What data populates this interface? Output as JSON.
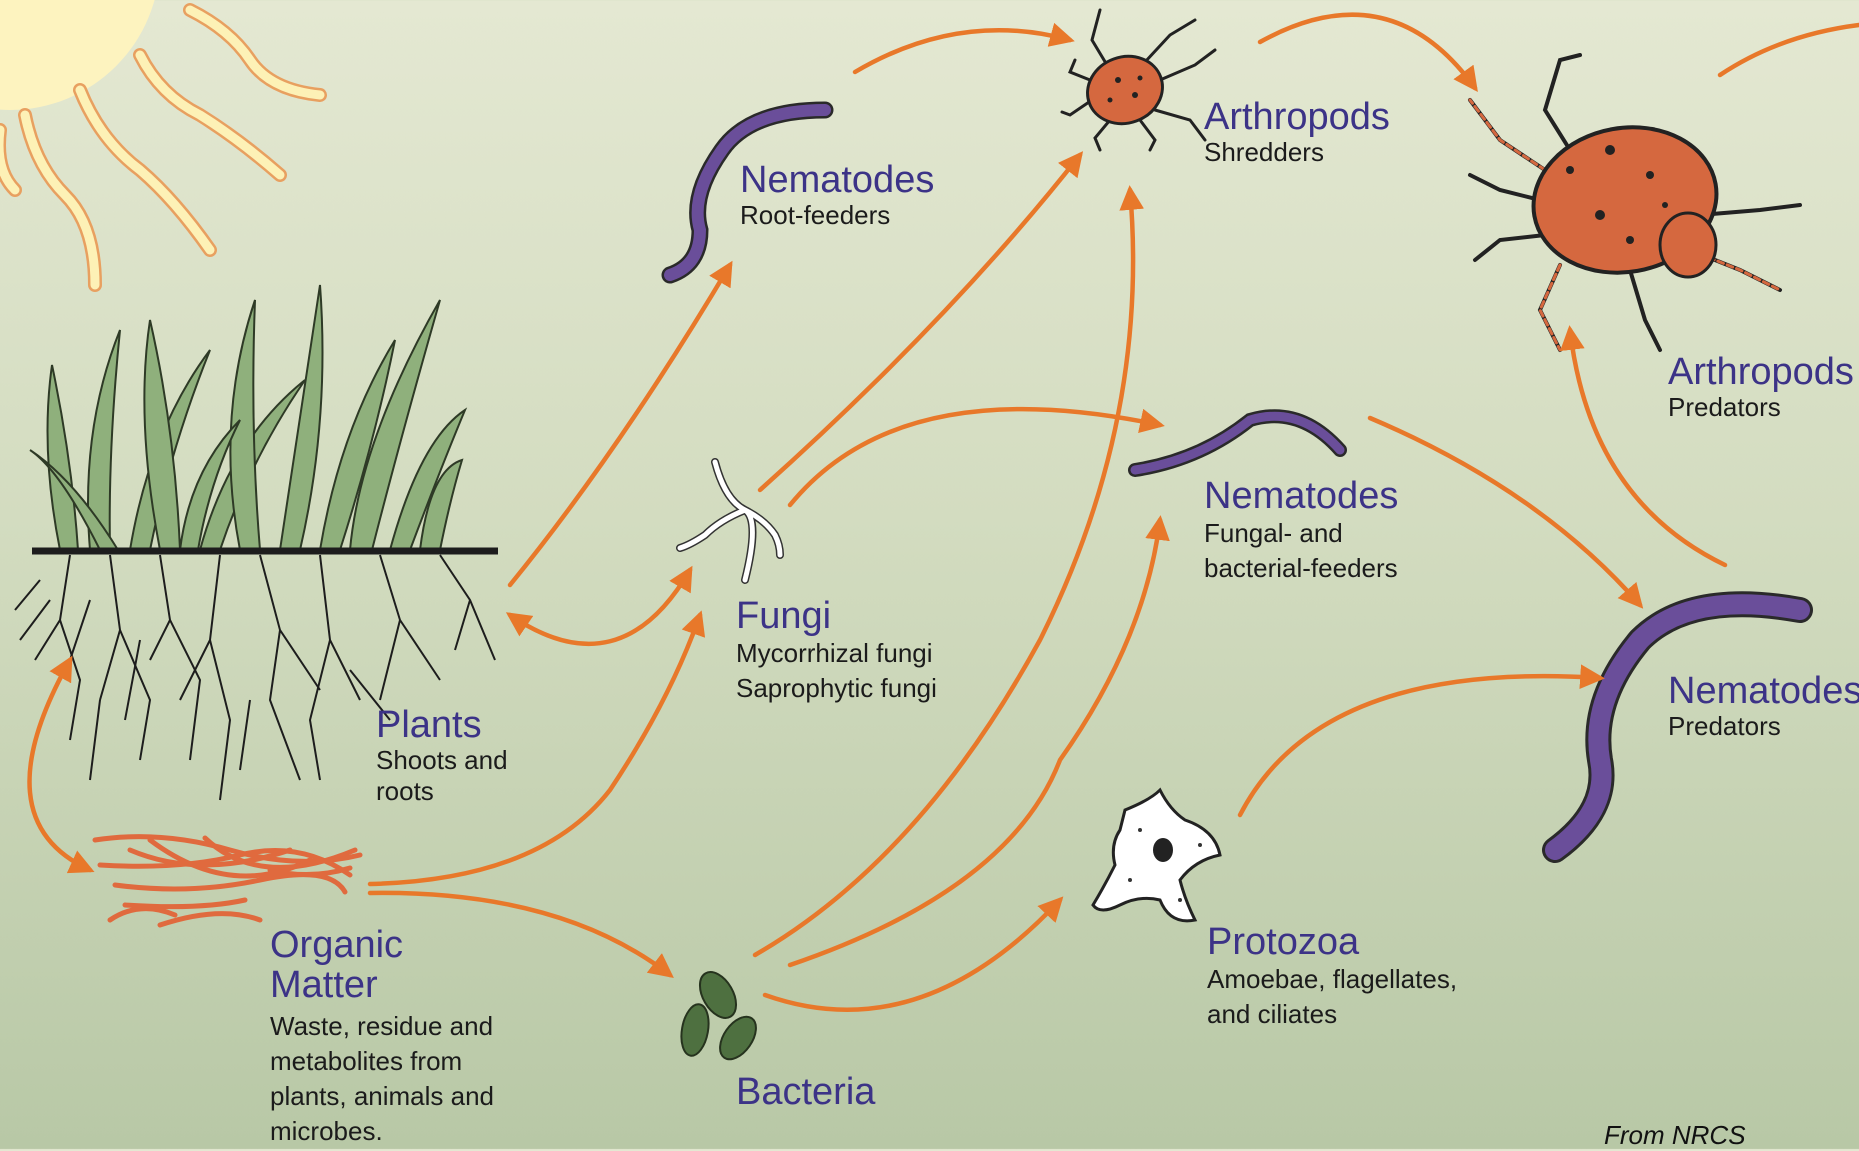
{
  "nodes": {
    "plants": {
      "title": "Plants",
      "subtitle": "Shoots and\nroots"
    },
    "organic_matter": {
      "title": "Organic\nMatter",
      "subtitle": "Waste, residue and\nmetabolites from\nplants, animals and\nmicrobes."
    },
    "nematodes_root": {
      "title": "Nematodes",
      "subtitle": "Root-feeders"
    },
    "fungi": {
      "title": "Fungi",
      "subtitle": "Mycorrhizal fungi\nSaprophytic fungi"
    },
    "bacteria": {
      "title": "Bacteria"
    },
    "arthropods_shredders": {
      "title": "Arthropods",
      "subtitle": "Shredders"
    },
    "nematodes_fungal": {
      "title": "Nematodes",
      "subtitle": "Fungal- and\nbacterial-feeders"
    },
    "protozoa": {
      "title": "Protozoa",
      "subtitle": "Amoebae, flagellates,\nand ciliates"
    },
    "arthropods_predators": {
      "title": "Arthropods",
      "subtitle": "Predators"
    },
    "nematodes_predators": {
      "title": "Nematodes",
      "subtitle": "Predators"
    }
  },
  "credit": "From NRCS",
  "colors": {
    "arrow": "#e8782a",
    "label_title": "#3c3387",
    "nematode": "#6a4e9a",
    "arthropod": "#d5683f",
    "grass": "#8fb07c",
    "bacteria": "#4e7040",
    "sun": "#fdf1b6"
  },
  "flows": [
    {
      "from": "plants",
      "to": "nematodes_root"
    },
    {
      "from": "plants",
      "to": "fungi",
      "bidirectional": true
    },
    {
      "from": "plants",
      "to": "organic_matter",
      "bidirectional": true
    },
    {
      "from": "organic_matter",
      "to": "fungi"
    },
    {
      "from": "organic_matter",
      "to": "bacteria"
    },
    {
      "from": "nematodes_root",
      "to": "arthropods_shredders"
    },
    {
      "from": "fungi",
      "to": "arthropods_shredders"
    },
    {
      "from": "fungi",
      "to": "nematodes_fungal"
    },
    {
      "from": "bacteria",
      "to": "arthropods_shredders"
    },
    {
      "from": "bacteria",
      "to": "nematodes_fungal"
    },
    {
      "from": "bacteria",
      "to": "protozoa"
    },
    {
      "from": "arthropods_shredders",
      "to": "arthropods_predators"
    },
    {
      "from": "nematodes_fungal",
      "to": "nematodes_predators"
    },
    {
      "from": "protozoa",
      "to": "nematodes_predators"
    },
    {
      "from": "nematodes_predators",
      "to": "arthropods_predators"
    }
  ]
}
